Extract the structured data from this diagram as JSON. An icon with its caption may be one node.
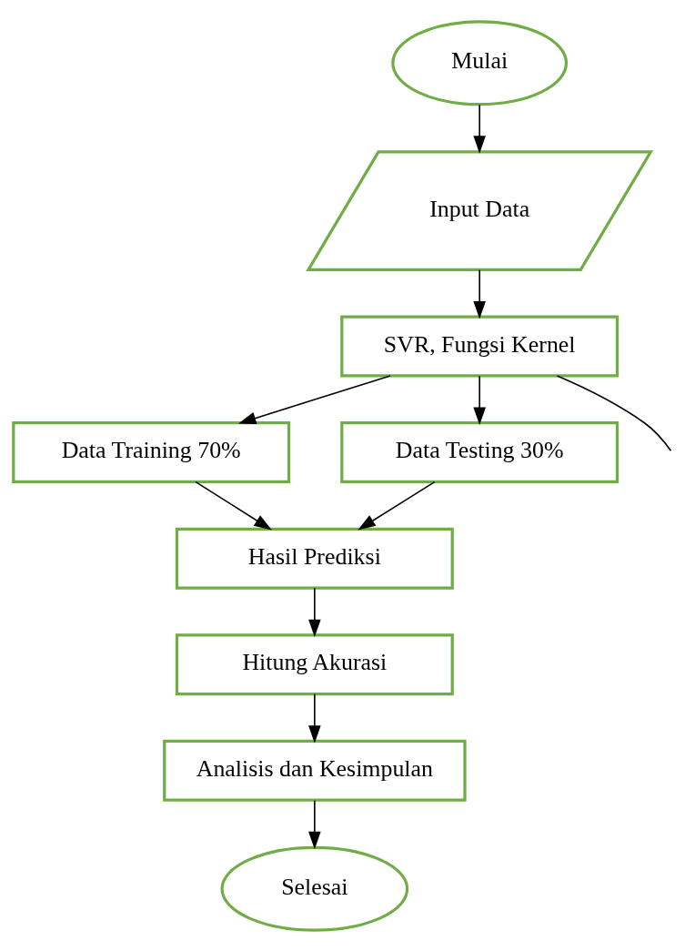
{
  "diagram": {
    "nodes": [
      {
        "text": [
          "Mulai"
        ]
      },
      {
        "text": [
          "Input Data"
        ]
      },
      {
        "text": [
          "SVR, Fungsi Kernel"
        ]
      },
      {
        "text": [
          "Data Training 70%"
        ]
      },
      {
        "text": [
          "Data Testing 30%"
        ]
      },
      {
        "text": [
          "Hasil Prediksi"
        ]
      },
      {
        "text": [
          "Hitung Akurasi"
        ]
      },
      {
        "text": [
          "Analisis dan Kesimpulan"
        ]
      },
      {
        "text": [
          "Selesai"
        ]
      }
    ],
    "edges": [
      {
        "from": 0,
        "to": 1,
        "arrow": "to"
      },
      {
        "from": 1,
        "to": 2,
        "arrow": "to"
      },
      {
        "from": 2,
        "to": 3,
        "arrow": "to"
      },
      {
        "from": 2,
        "to": null,
        "arrow": "none"
      },
      {
        "from": 2,
        "to": 4,
        "arrow": "to"
      },
      {
        "from": 3,
        "to": 5,
        "arrow": "to"
      },
      {
        "from": 4,
        "to": 5,
        "arrow": "to"
      },
      {
        "from": 5,
        "to": 6,
        "arrow": "to"
      },
      {
        "from": 6,
        "to": 7,
        "arrow": "to"
      },
      {
        "from": 7,
        "to": 8,
        "arrow": "to"
      }
    ]
  }
}
